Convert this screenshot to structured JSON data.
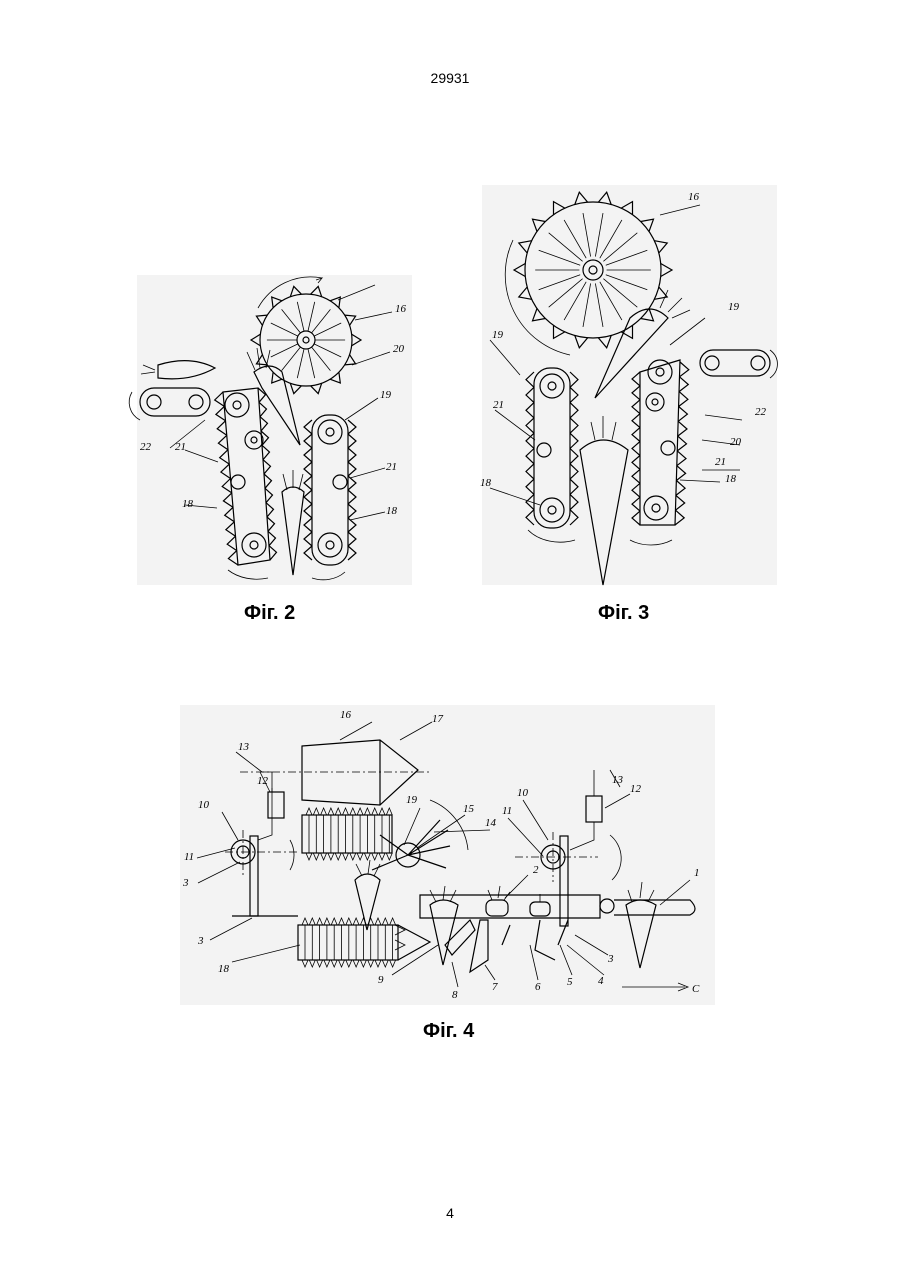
{
  "page": {
    "top_number": "29931",
    "bottom_number": "4"
  },
  "figures": [
    {
      "caption": "Фіг. 2",
      "labels": [
        "16",
        "20",
        "19",
        "22",
        "21",
        "21",
        "18",
        "18"
      ]
    },
    {
      "caption": "Фіг. 3",
      "labels": [
        "16",
        "19",
        "19",
        "21",
        "18",
        "22",
        "20",
        "21",
        "18"
      ]
    },
    {
      "caption": "Фіг. 4",
      "labels": [
        "16",
        "17",
        "13",
        "12",
        "10",
        "11",
        "3",
        "3",
        "19",
        "15",
        "14",
        "10",
        "11",
        "13",
        "12",
        "2",
        "1",
        "18",
        "9",
        "8",
        "7",
        "6",
        "5",
        "3",
        "4",
        "C"
      ]
    }
  ]
}
